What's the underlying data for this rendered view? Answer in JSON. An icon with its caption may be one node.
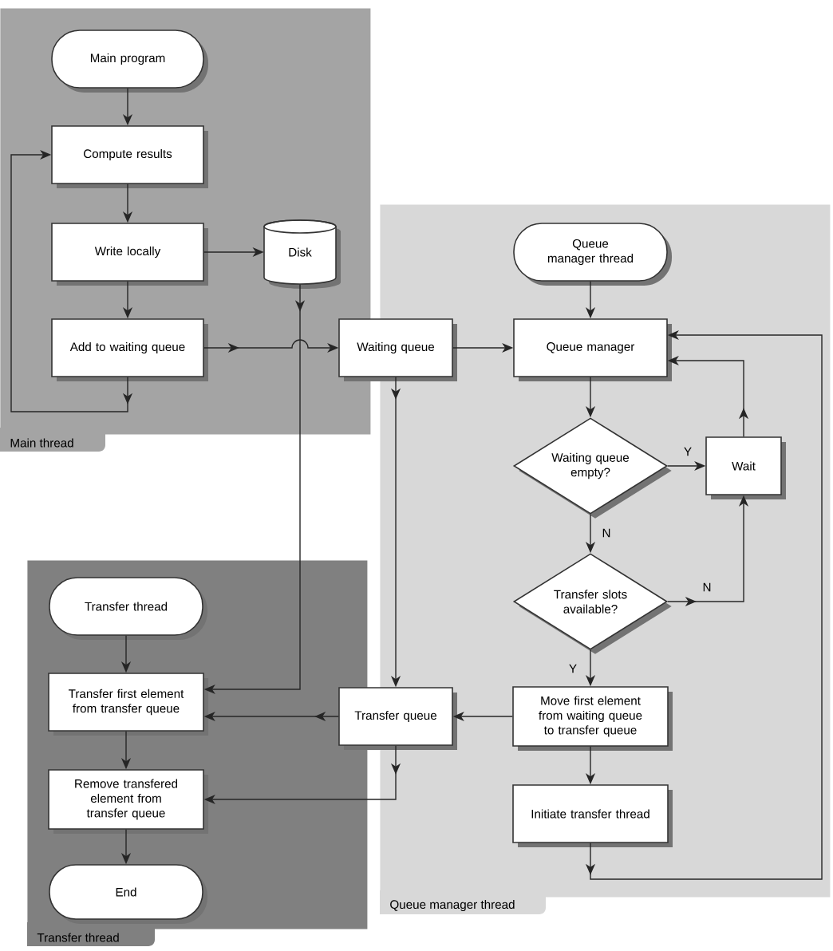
{
  "diagram": {
    "nodes": [
      {
        "text": [
          "Main thread"
        ]
      },
      {
        "text": [
          "Main program"
        ],
        "in": 0
      },
      {
        "text": [
          "Compute results"
        ],
        "in": 0
      },
      {
        "text": [
          "Write locally"
        ],
        "in": 0
      },
      {
        "text": [
          "Disk"
        ],
        "in": 0
      },
      {
        "text": [
          "Add to waiting queue"
        ],
        "in": 0
      },
      {
        "text": [
          "Waiting queue"
        ]
      },
      {
        "text": [
          "Queue manager thread"
        ]
      },
      {
        "text": [
          "Queue manager thread"
        ],
        "in": 7
      },
      {
        "text": [
          "Queue manager"
        ],
        "in": 7
      },
      {
        "text": [
          "Waiting queue empty?"
        ],
        "in": 7
      },
      {
        "text": [
          "Wait"
        ],
        "in": 7
      },
      {
        "text": [
          "Transfer slots available?"
        ],
        "in": 7
      },
      {
        "text": [
          "Move first element from waiting queue to transfer queue"
        ],
        "in": 7
      },
      {
        "text": [
          "Initiate transfer thread"
        ],
        "in": 7
      },
      {
        "text": [
          "Transfer queue"
        ]
      },
      {
        "text": [
          "Transfer thread"
        ]
      },
      {
        "text": [
          "Transfer thread"
        ],
        "in": 16
      },
      {
        "text": [
          "Transfer first element from transfer queue"
        ],
        "in": 16
      },
      {
        "text": [
          "Remove transfered element from transfer queue"
        ],
        "in": 16
      },
      {
        "text": [
          "End"
        ],
        "in": 16
      }
    ],
    "edges": [
      {
        "from": 1,
        "to": 2,
        "arrow": "to"
      },
      {
        "from": 2,
        "to": 3,
        "arrow": "to"
      },
      {
        "from": 3,
        "to": 4,
        "arrow": "to"
      },
      {
        "from": 3,
        "to": 5,
        "arrow": "to"
      },
      {
        "from": 5,
        "to": 6,
        "arrow": "to"
      },
      {
        "from": 5,
        "to": 2,
        "arrow": "to"
      },
      {
        "from": 4,
        "to": 18,
        "arrow": "to"
      },
      {
        "from": 6,
        "to": 9,
        "arrow": "to"
      },
      {
        "from": 6,
        "to": 15,
        "arrow": "to"
      },
      {
        "from": 15,
        "to": 18,
        "arrow": "to"
      },
      {
        "from": 15,
        "to": 19,
        "arrow": "to"
      },
      {
        "from": 8,
        "to": 9,
        "arrow": "to"
      },
      {
        "from": 9,
        "to": 10,
        "arrow": "to"
      },
      {
        "from": 10,
        "to": 11,
        "arrow": "to",
        "label": "Y"
      },
      {
        "from": 10,
        "to": 12,
        "arrow": "to",
        "label": "N"
      },
      {
        "from": 12,
        "to": 11,
        "arrow": "to",
        "label": "N"
      },
      {
        "from": 11,
        "to": 9,
        "arrow": "to"
      },
      {
        "from": 12,
        "to": 13,
        "arrow": "to",
        "label": "Y"
      },
      {
        "from": 13,
        "to": 15,
        "arrow": "to"
      },
      {
        "from": 13,
        "to": 14,
        "arrow": "to"
      },
      {
        "from": 14,
        "to": 9,
        "arrow": "to"
      },
      {
        "from": 17,
        "to": 18,
        "arrow": "to"
      },
      {
        "from": 18,
        "to": 19,
        "arrow": "to"
      },
      {
        "from": 19,
        "to": 20,
        "arrow": "to"
      }
    ]
  }
}
